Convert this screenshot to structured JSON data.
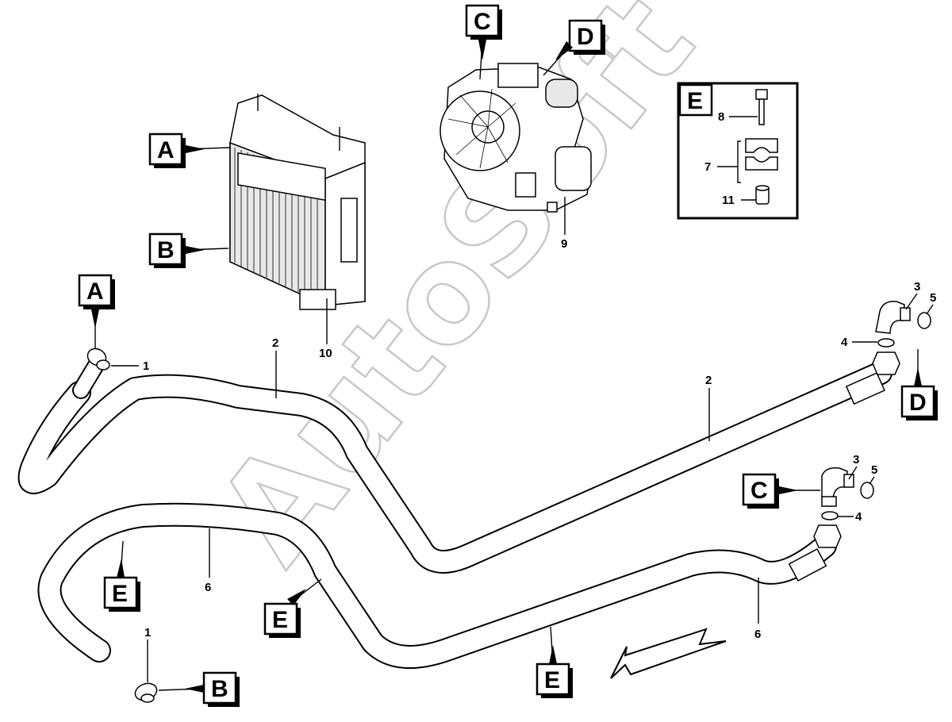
{
  "watermark": "AutoSoft",
  "callouts": {
    "a_top": "A",
    "b_top": "B",
    "c_top": "C",
    "d_top": "D",
    "e_detail": "E",
    "a_hose": "A",
    "d_hose": "D",
    "c_hose": "C",
    "e_left": "E",
    "e_mid": "E",
    "e_bottom": "E",
    "b_bottom": "B"
  },
  "parts": {
    "p1_top": "1",
    "p1_bottom": "1",
    "p2_left": "2",
    "p2_right": "2",
    "p3_top": "3",
    "p3_mid": "3",
    "p4_top": "4",
    "p4_mid": "4",
    "p5_top": "5",
    "p5_mid": "5",
    "p6_left": "6",
    "p6_right": "6",
    "p7": "7",
    "p8": "8",
    "p9": "9",
    "p10": "10",
    "p11": "11"
  }
}
